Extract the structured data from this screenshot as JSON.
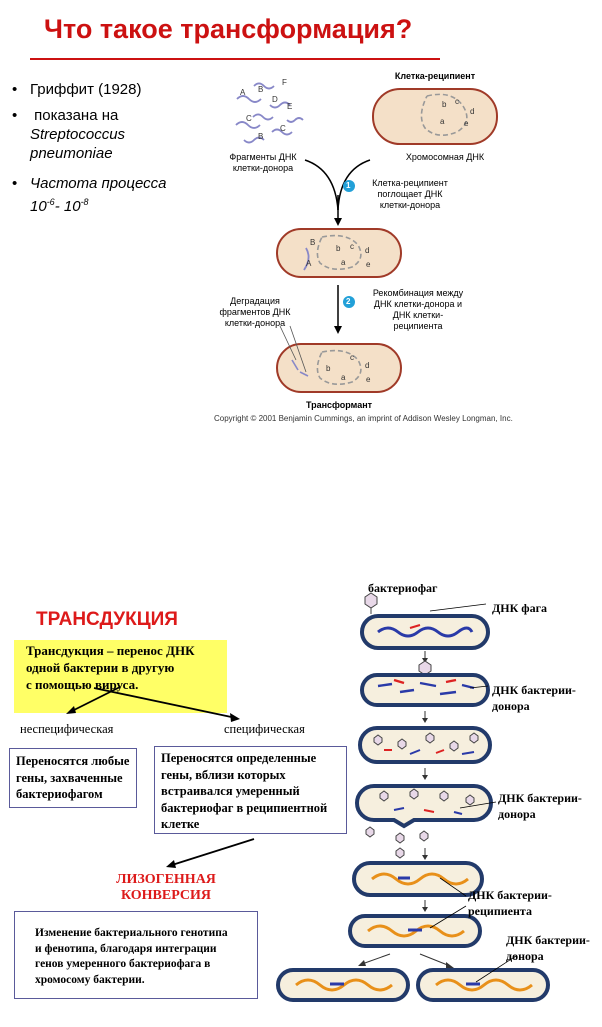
{
  "top": {
    "title": "Что такое трансформация?",
    "bullets": {
      "b1": "Гриффит  (1928)",
      "b2a": "показана на",
      "b2b": "Streptococcus",
      "b2c": "pneumoniae",
      "b3a": "Частота процесса",
      "b3b_base1": "10",
      "b3b_exp1": "-6",
      "b3b_mid": "- 10",
      "b3b_exp2": "-8"
    },
    "diagram": {
      "recipient": "Клетка-реципиент",
      "fragments1": "Фрагменты ДНК",
      "fragments2": "клетки-донора",
      "chromosomal": "Хромосомная ДНК",
      "step1_num": "1",
      "step1_l1": "Клетка-реципиент",
      "step1_l2": "поглощает ДНК",
      "step1_l3": "клетки-донора",
      "step2_num": "2",
      "step2_l1": "Рекомбинация между",
      "step2_l2": "ДНК клетки-донора  и",
      "step2_l3": "ДНК клетки-",
      "step2_l4": "реципиента",
      "degrad_l1": "Деградация",
      "degrad_l2": "фрагментов  ДНК",
      "degrad_l3": "клетки-донора",
      "transformant": "Трансформант",
      "copyright": "Copyright © 2001 Benjamin Cummings, an imprint of Addison Wesley Longman, Inc."
    }
  },
  "bottom": {
    "title": "ТРАНСДУКЦИЯ",
    "def_l1": "Трансдукция – перенос ДНК",
    "def_l2": "одной бактерии в другую",
    "def_l3": "с помощью вируса.",
    "nonspecific": "неспецифическая",
    "specific": "специфическая",
    "box1_l1": "Переносятся любые",
    "box1_l2": "гены, захваченные",
    "box1_l3": "бактериофагом",
    "box2_l1": "Переносятся определенные",
    "box2_l2": "гены, вблизи которых",
    "box2_l3": "встраивался умеренный",
    "box2_l4": "бактериофаг в реципиентной",
    "box2_l5": "клетке",
    "lyso_l1": "ЛИЗОГЕННАЯ",
    "lyso_l2": "КОНВЕРСИЯ",
    "box3_l1": "Изменение бактериального генотипа",
    "box3_l2": "и фенотипа,  благодаря интеграции",
    "box3_l3": "генов умеренного бактериофага в",
    "box3_l4": "хромосому бактерии.",
    "d_phage": "бактериофаг",
    "d_phage_dna": "ДНК фага",
    "d_donor1_l1": "ДНК бактерии-",
    "d_donor1_l2": "донора",
    "d_donor2_l1": "ДНК бактерии-",
    "d_donor2_l2": "донора",
    "d_recip_l1": "ДНК бактерии-",
    "d_recip_l2": "реципиента",
    "d_donor3_l1": "ДНК бактерии-",
    "d_donor3_l2": "донора"
  }
}
